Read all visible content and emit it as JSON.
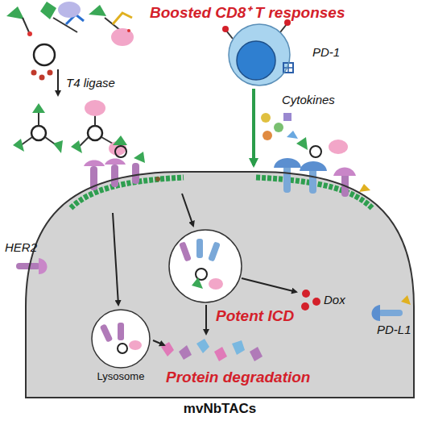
{
  "diagram": {
    "nodes": [
      {
        "text": [
          "mvNbTACs"
        ]
      },
      {
        "text": [
          "Lysosome"
        ],
        "in": 0
      },
      {
        "text": [
          "PD-1"
        ]
      }
    ],
    "edges": [
      {
        "from": 2,
        "to": 0,
        "arrow": "to"
      }
    ],
    "labels": [
      "Boosted CD8⁺ T responses",
      "T4 ligase",
      "Cytokines",
      "HER2",
      "Potent ICD",
      "Dox",
      "PD-L1",
      "Protein degradation"
    ]
  }
}
